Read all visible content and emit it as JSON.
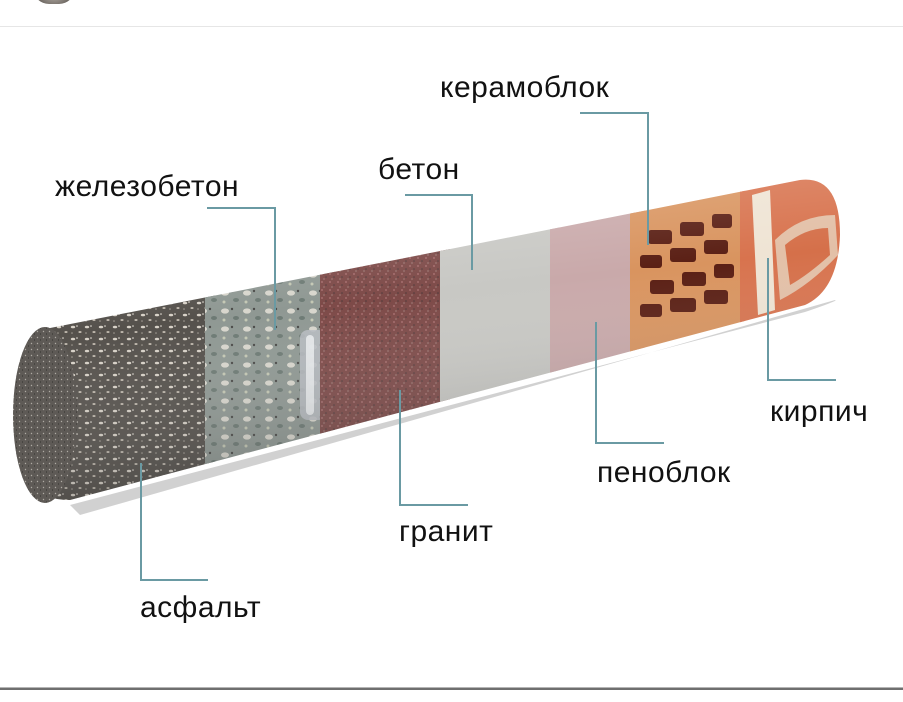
{
  "diagram": {
    "title": "",
    "subject": "cylinder core sample of building materials",
    "leader_line_color": "#6a9aa3",
    "labels": [
      {
        "id": "zhelezobeton",
        "text": "железобетон"
      },
      {
        "id": "keramoblok",
        "text": "керамоблок"
      },
      {
        "id": "beton",
        "text": "бетон"
      },
      {
        "id": "kirpich",
        "text": "кирпич"
      },
      {
        "id": "penoblok",
        "text": "пеноблок"
      },
      {
        "id": "granit",
        "text": "гранит"
      },
      {
        "id": "asfalt",
        "text": "асфальт"
      }
    ],
    "segments": [
      {
        "name": "асфальт",
        "color": "#5e5a55"
      },
      {
        "name": "железобетон",
        "color": "#9ea7a2"
      },
      {
        "name": "гранит",
        "color": "#7a4a48"
      },
      {
        "name": "бетон",
        "color": "#c9c9c5"
      },
      {
        "name": "пеноблок",
        "color": "#c7a7a8"
      },
      {
        "name": "керамоблок",
        "color": "#d2774f"
      },
      {
        "name": "кирпич",
        "color": "#d9744f"
      }
    ]
  }
}
